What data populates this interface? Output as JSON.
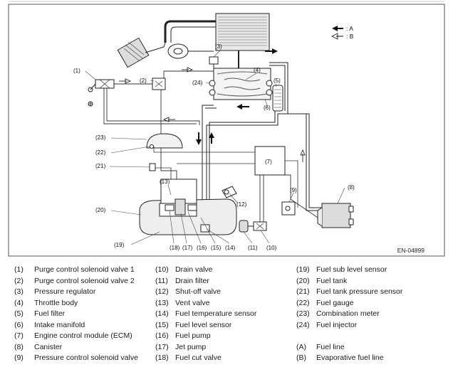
{
  "figure_id": "EN-04899",
  "line_key": [
    {
      "symbol": "A",
      "text": ": A"
    },
    {
      "symbol": "B",
      "text": ": B"
    }
  ],
  "labels": [
    "(1)",
    "(2)",
    "(3)",
    "(4)",
    "(5)",
    "(6)",
    "(7)",
    "(8)",
    "(9)",
    "(10)",
    "(11)",
    "(12)",
    "(13)",
    "(14)",
    "(15)",
    "(16)",
    "(17)",
    "(18)",
    "(19)",
    "(20)",
    "(21)",
    "(22)",
    "(23)",
    "(24)"
  ],
  "legend": {
    "columns": [
      [
        {
          "num": "(1)",
          "text": "Purge control solenoid valve 1"
        },
        {
          "num": "(2)",
          "text": "Purge control solenoid valve 2"
        },
        {
          "num": "(3)",
          "text": "Pressure regulator"
        },
        {
          "num": "(4)",
          "text": "Throttle body"
        },
        {
          "num": "(5)",
          "text": "Fuel filter"
        },
        {
          "num": "(6)",
          "text": "Intake manifold"
        },
        {
          "num": "(7)",
          "text": "Engine control module (ECM)"
        },
        {
          "num": "(8)",
          "text": "Canister"
        },
        {
          "num": "(9)",
          "text": "Pressure control solenoid valve"
        }
      ],
      [
        {
          "num": "(10)",
          "text": "Drain valve"
        },
        {
          "num": "(11)",
          "text": "Drain filter"
        },
        {
          "num": "(12)",
          "text": "Shut-off valve"
        },
        {
          "num": "(13)",
          "text": "Vent valve"
        },
        {
          "num": "(14)",
          "text": "Fuel temperature sensor"
        },
        {
          "num": "(15)",
          "text": "Fuel level sensor"
        },
        {
          "num": "(16)",
          "text": "Fuel pump"
        },
        {
          "num": "(17)",
          "text": "Jet pump"
        },
        {
          "num": "(18)",
          "text": "Fuel cut valve"
        }
      ],
      [
        {
          "num": "(19)",
          "text": "Fuel sub level sensor"
        },
        {
          "num": "(20)",
          "text": "Fuel tank"
        },
        {
          "num": "(21)",
          "text": "Fuel tank pressure sensor"
        },
        {
          "num": "(22)",
          "text": "Fuel gauge"
        },
        {
          "num": "(23)",
          "text": "Combination meter"
        },
        {
          "num": "(24)",
          "text": "Fuel injector"
        },
        {
          "num": "",
          "text": ""
        },
        {
          "num": "(A)",
          "text": "Fuel line"
        },
        {
          "num": "(B)",
          "text": "Evaporative fuel line"
        }
      ]
    ]
  }
}
